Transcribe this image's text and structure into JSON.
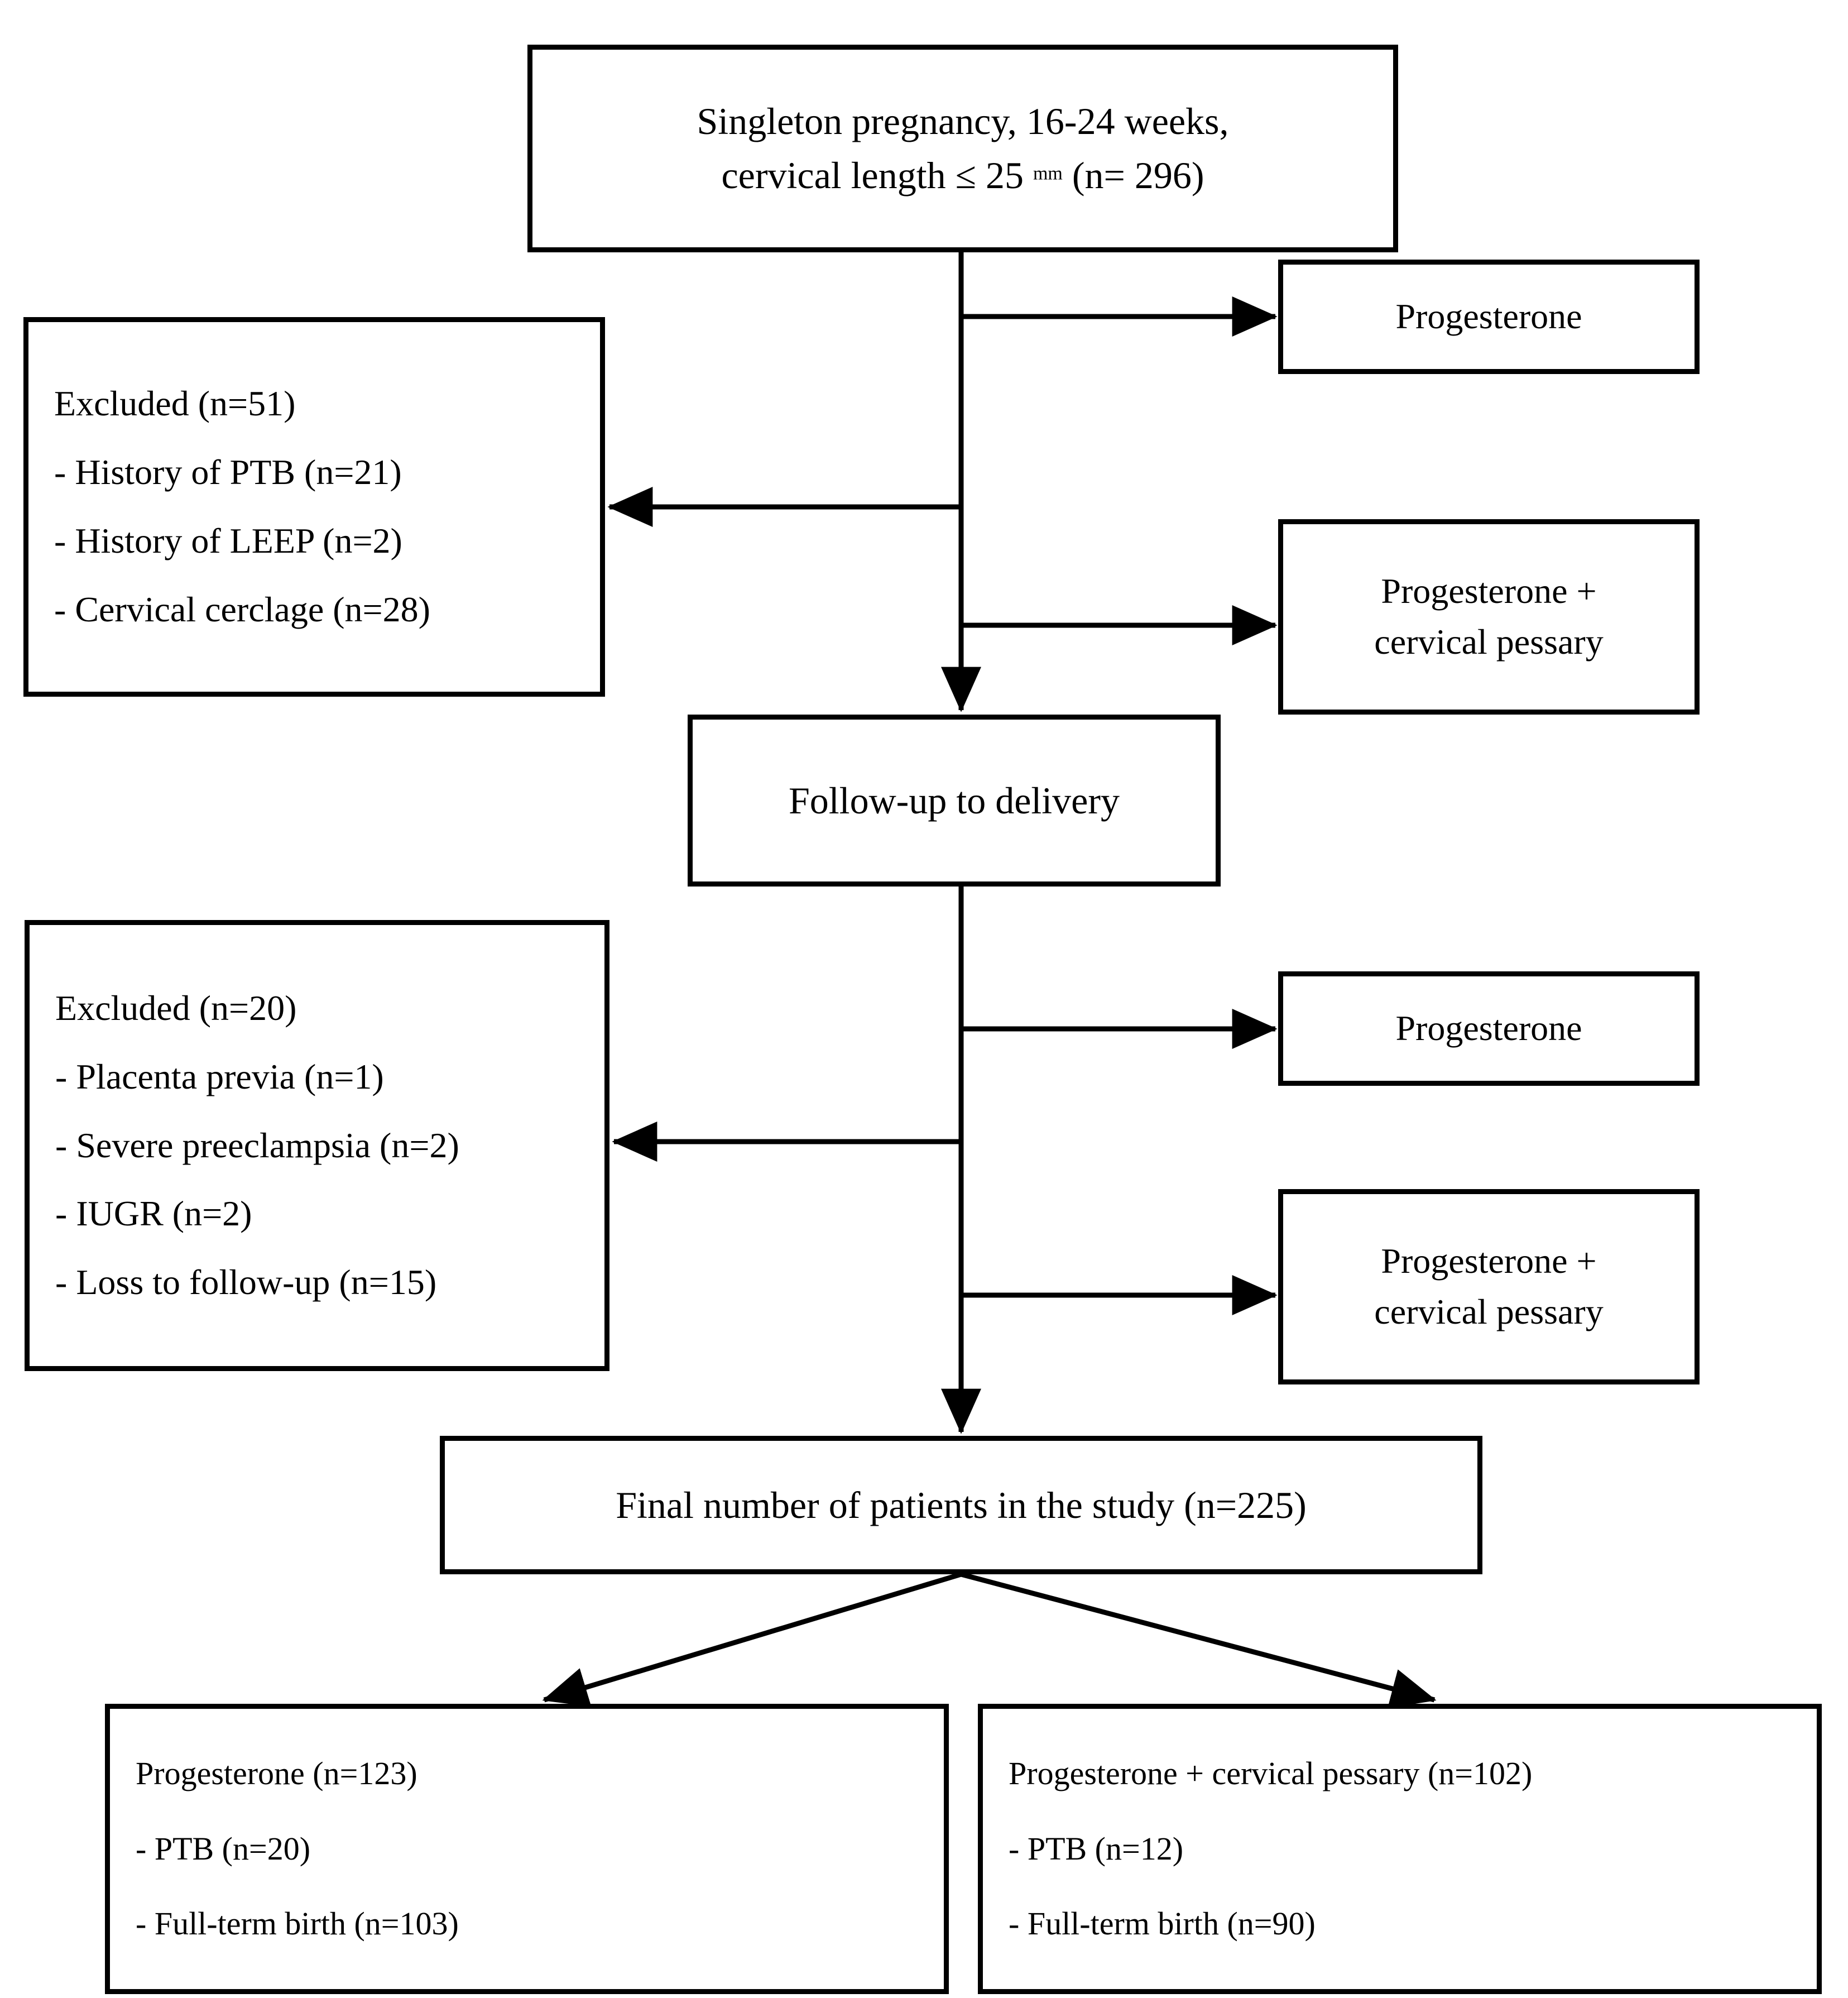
{
  "diagram": {
    "title": "Patient enrollment flow diagram",
    "type": "flowchart",
    "colors": {
      "stroke": "#000000",
      "background": "#ffffff",
      "text": "#000000"
    }
  },
  "nodes": {
    "enrollment": {
      "line1": "Singleton pregnancy, 16-24 weeks,",
      "line2_a": "cervical length ≤ 25 ",
      "line2_mm": "mm",
      "line2_b": " (n= 296)"
    },
    "excluded_1": {
      "heading": "Excluded (n=51)",
      "items": [
        "- History of PTB (n=21)",
        "- History of LEEP (n=2)",
        "- Cervical cerclage (n=28)"
      ]
    },
    "treatment_1a": {
      "label": "Progesterone"
    },
    "treatment_1b": {
      "line1": "Progesterone +",
      "line2": "cervical pessary"
    },
    "followup": {
      "label": "Follow-up to delivery"
    },
    "excluded_2": {
      "heading": "Excluded (n=20)",
      "items": [
        "- Placenta previa (n=1)",
        "- Severe preeclampsia (n=2)",
        "- IUGR (n=2)",
        "- Loss to follow-up (n=15)"
      ]
    },
    "treatment_2a": {
      "label": "Progesterone"
    },
    "treatment_2b": {
      "line1": "Progesterone +",
      "line2": "cervical pessary"
    },
    "final": {
      "label": "Final number of patients in the study (n=225)"
    },
    "outcome_left": {
      "heading": "Progesterone (n=123)",
      "items": [
        "- PTB (n=20)",
        "- Full-term birth (n=103)"
      ]
    },
    "outcome_right": {
      "heading": "Progesterone + cervical pessary (n=102)",
      "items": [
        "- PTB (n=12)",
        "- Full-term birth (n=90)"
      ]
    }
  },
  "flow_data": {
    "counts": {
      "screened": 296,
      "excluded_first": 51,
      "history_ptb": 21,
      "history_leep": 2,
      "cervical_cerclage": 28,
      "excluded_second": 20,
      "placenta_previa": 1,
      "severe_preeclampsia": 2,
      "iugr": 2,
      "loss_to_followup": 15,
      "final_analyzed": 225,
      "progesterone_group": 123,
      "progesterone_ptb": 20,
      "progesterone_fullterm": 103,
      "pessary_group": 102,
      "pessary_ptb": 12,
      "pessary_fullterm": 90
    }
  }
}
